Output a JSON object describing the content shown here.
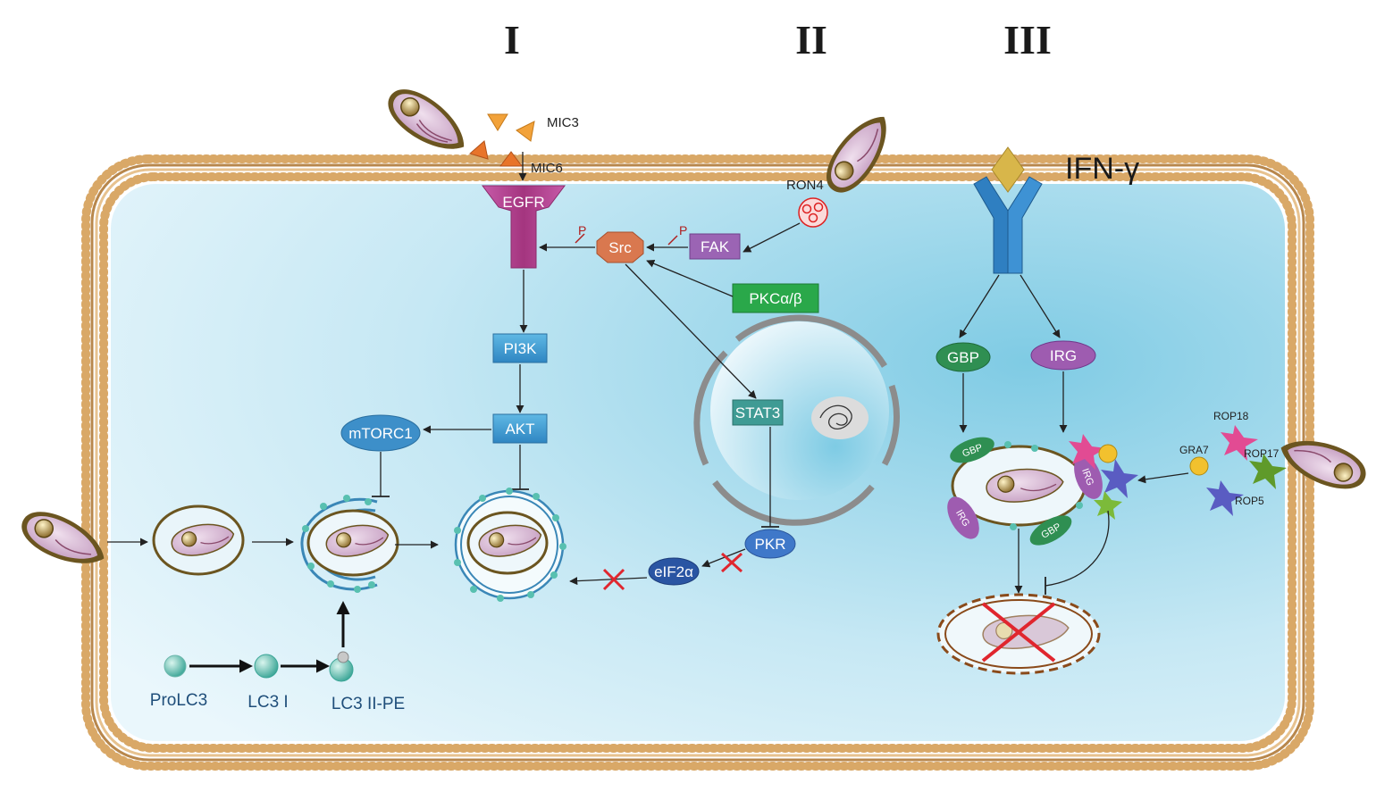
{
  "pathway_labels": {
    "i": "I",
    "ii": "II",
    "iii": "III"
  },
  "ligands": {
    "mic3": "MIC3",
    "mic6": "MIC6",
    "ron4": "RON4",
    "ifn": "IFN-γ"
  },
  "receptors": {
    "egfr": "EGFR"
  },
  "signaling": {
    "src": "Src",
    "fak": "FAK",
    "pkc": "PKCα/β",
    "p1": "P",
    "p2": "P",
    "pi3k": "PI3K",
    "akt": "AKT",
    "mtorc1": "mTORC1",
    "stat3": "STAT3",
    "pkr": "PKR",
    "eif2a": "eIF2α"
  },
  "immune": {
    "gbp": "GBP",
    "irg": "IRG",
    "gbp_on_vacuole_1": "GBP",
    "irg_on_vacuole_1": "IRG",
    "irg_on_vacuole_2": "IRG",
    "gbp_on_vacuole_2": "GBP"
  },
  "effectors": {
    "rop18": "ROP18",
    "gra7": "GRA7",
    "rop17": "ROP17",
    "rop5": "ROP5"
  },
  "lc3": {
    "prolc3": "ProLC3",
    "lc3i": "LC3 I",
    "lc3ii": "LC3 II-PE"
  },
  "colors": {
    "membrane": "#d9a867",
    "cytoplasm": "#bfe4f2",
    "egfr": "#b23f91",
    "src": "#d9784f",
    "fak": "#9b64b4",
    "pkc": "#2aa84a",
    "signal_box": "#3d9bd1",
    "stat3": "#3f9b94",
    "pkr": "#3f78c9",
    "eif2a": "#2a55a3",
    "gbp": "#2f8f52",
    "irg": "#9e5cb0",
    "receptor_ifn": "#2f7fc1",
    "ifn_ligand": "#d8b64a",
    "block_x": "#e0262e"
  }
}
